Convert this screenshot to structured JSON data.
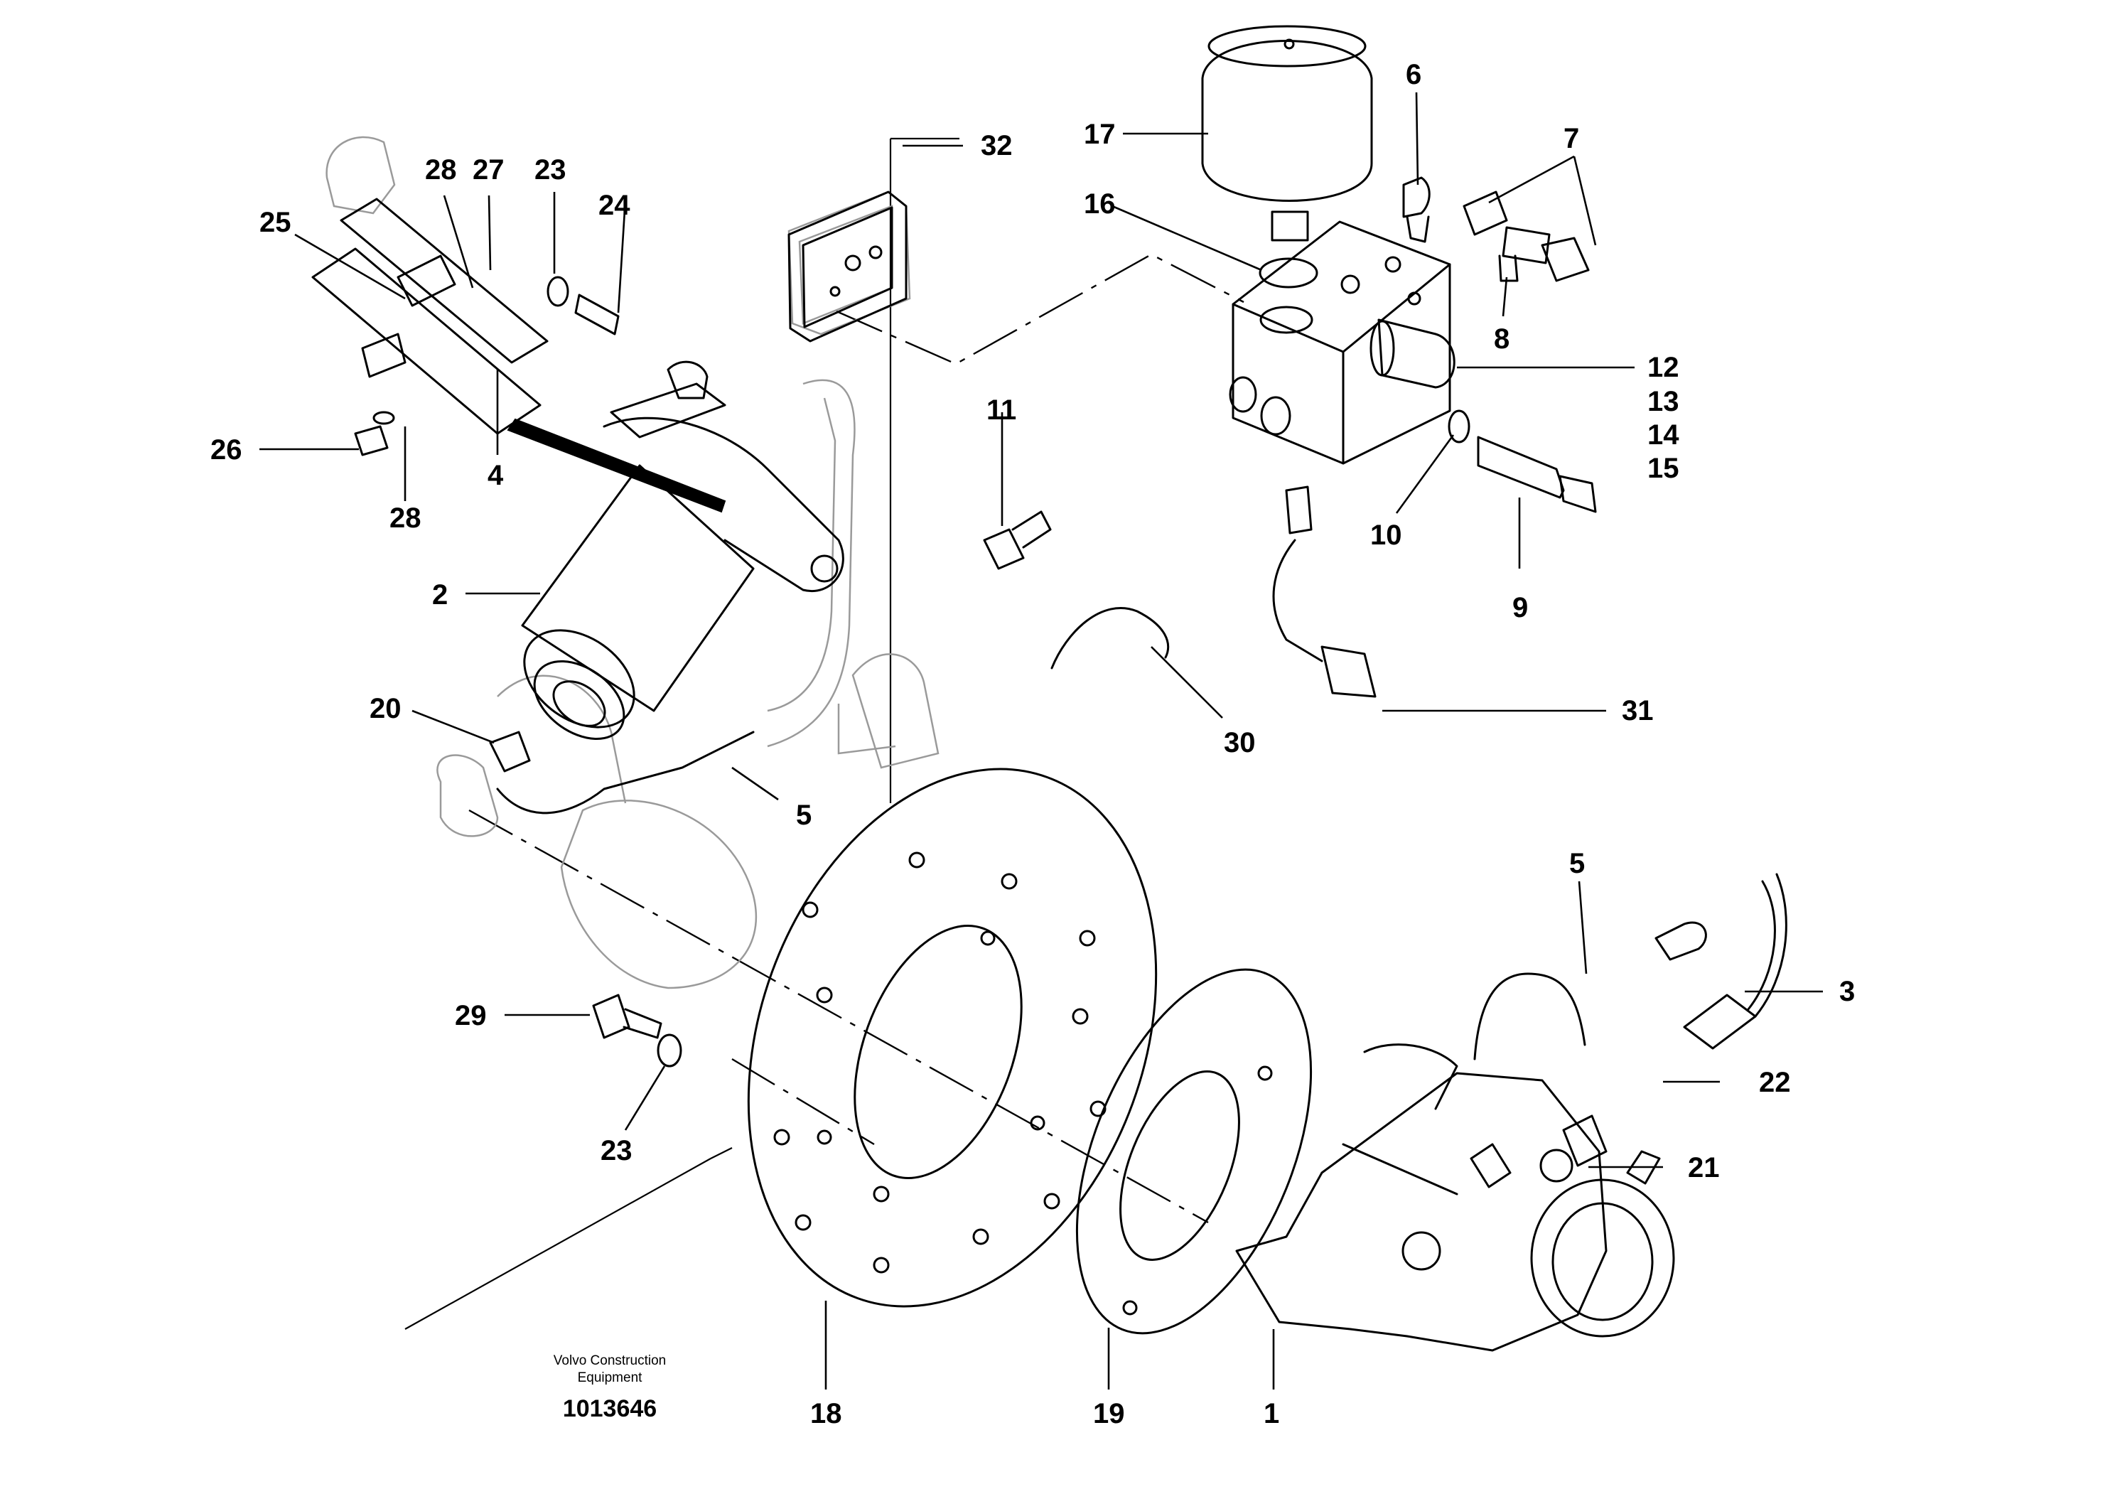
{
  "publisher": {
    "line1": "Volvo Construction",
    "line2": "Equipment"
  },
  "document_number": "1013646",
  "callouts": {
    "c1": "1",
    "c2": "2",
    "c3": "3",
    "c4": "4",
    "c5a": "5",
    "c5b": "5",
    "c6": "6",
    "c7": "7",
    "c8": "8",
    "c9": "9",
    "c10": "10",
    "c11": "11",
    "c12": "12",
    "c13": "13",
    "c14": "14",
    "c15": "15",
    "c16": "16",
    "c17": "17",
    "c18": "18",
    "c19": "19",
    "c20": "20",
    "c21": "21",
    "c22": "22",
    "c23a": "23",
    "c23b": "23",
    "c24": "24",
    "c25": "25",
    "c26": "26",
    "c27": "27",
    "c28a": "28",
    "c28b": "28",
    "c29": "29",
    "c30": "30",
    "c31": "31",
    "c32": "32"
  }
}
